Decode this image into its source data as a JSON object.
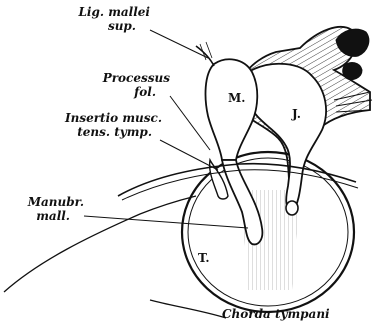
{
  "labels": {
    "lig_mallei_sup_line1": "Lig. mallei",
    "lig_mallei_sup_line2": "sup.",
    "processus_fol_line1": "Processus",
    "processus_fol_line2": "fol.",
    "insertio_line1": "Insertio musc.",
    "insertio_line2": "tens. tymp.",
    "manubr_line1": "Manubr.",
    "manubr_line2": "mall.",
    "chorda_tympani": "Chorda tympani",
    "malleus_letter": "M.",
    "incus_letter": "J.",
    "membrane_letter": "T."
  },
  "colors": {
    "ink": "#111111",
    "paper": "#ffffff"
  }
}
